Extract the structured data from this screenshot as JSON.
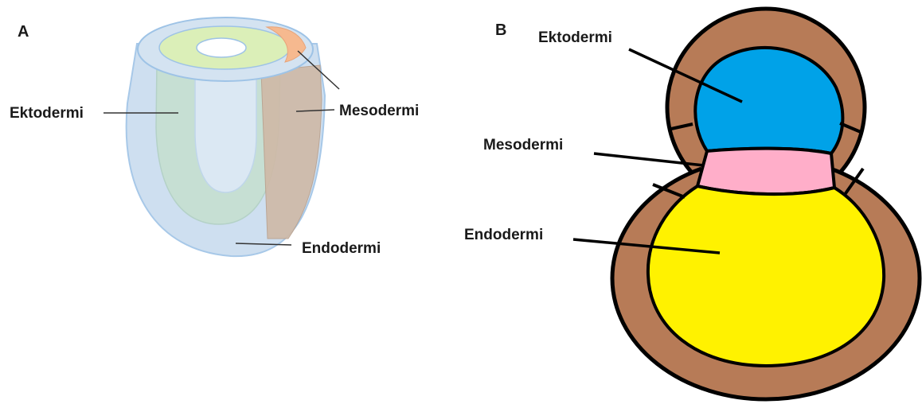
{
  "panels": [
    {
      "letter": "A",
      "labels": {
        "ectoderm": "Ektodermi",
        "mesoderm": "Mesodermi",
        "endoderm": "Endodermi"
      },
      "colors": {
        "outer_layer": "#c9dcef",
        "outer_stroke": "#9ec3e6",
        "middle_layer": "#c6e0d2",
        "inner_core": "#dbe8f3",
        "top_ring": "#dbefb8",
        "mesoderm_band": "#cfb9a6",
        "mesoderm_top": "#f6b98f"
      }
    },
    {
      "letter": "B",
      "labels": {
        "ectoderm": "Ektodermi",
        "mesoderm": "Mesodermi",
        "endoderm": "Endodermi"
      },
      "colors": {
        "trophoblast": "#b77b57",
        "ectoderm": "#00a2e8",
        "mesoderm": "#ffaec9",
        "endoderm": "#fff200",
        "outline": "#000000"
      }
    }
  ]
}
